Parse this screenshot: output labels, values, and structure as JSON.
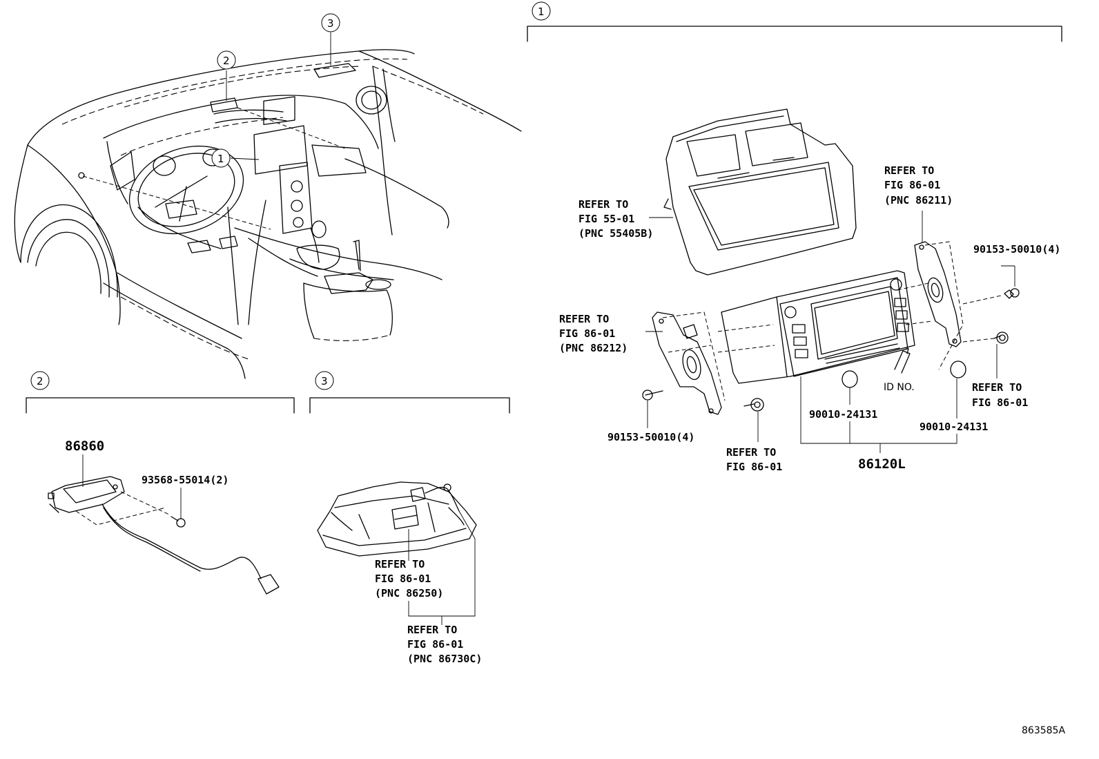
{
  "callouts": {
    "c1": "1",
    "c2": "2",
    "c3": "3"
  },
  "sections": [
    {
      "id": "1"
    },
    {
      "id": "2"
    },
    {
      "id": "3"
    }
  ],
  "labels": {
    "refer_55": [
      "REFER TO",
      "FIG 55-01",
      "(PNC 55405B)"
    ],
    "refer_86211": [
      "REFER TO",
      "FIG 86-01",
      "(PNC 86211)"
    ],
    "refer_86212": [
      "REFER TO",
      "FIG 86-01",
      "(PNC 86212)"
    ],
    "refer_bolt_right": [
      "REFER TO",
      "FIG 86-01"
    ],
    "refer_bolt_mid": [
      "REFER TO",
      "FIG 86-01"
    ],
    "refer_86250": [
      "REFER TO",
      "FIG 86-01",
      "(PNC 86250)"
    ],
    "refer_86730": [
      "REFER TO",
      "FIG 86-01",
      "(PNC 86730C)"
    ],
    "part_90153_right": "90153-50010(4)",
    "part_90153_left": "90153-50010(4)",
    "part_90010_mid": "90010-24131",
    "part_90010_right": "90010-24131",
    "part_86120": "86120L",
    "part_86860": "86860",
    "part_93568": "93568-55014(2)",
    "id_no": "ID NO.",
    "diagram_code": "863585A"
  }
}
